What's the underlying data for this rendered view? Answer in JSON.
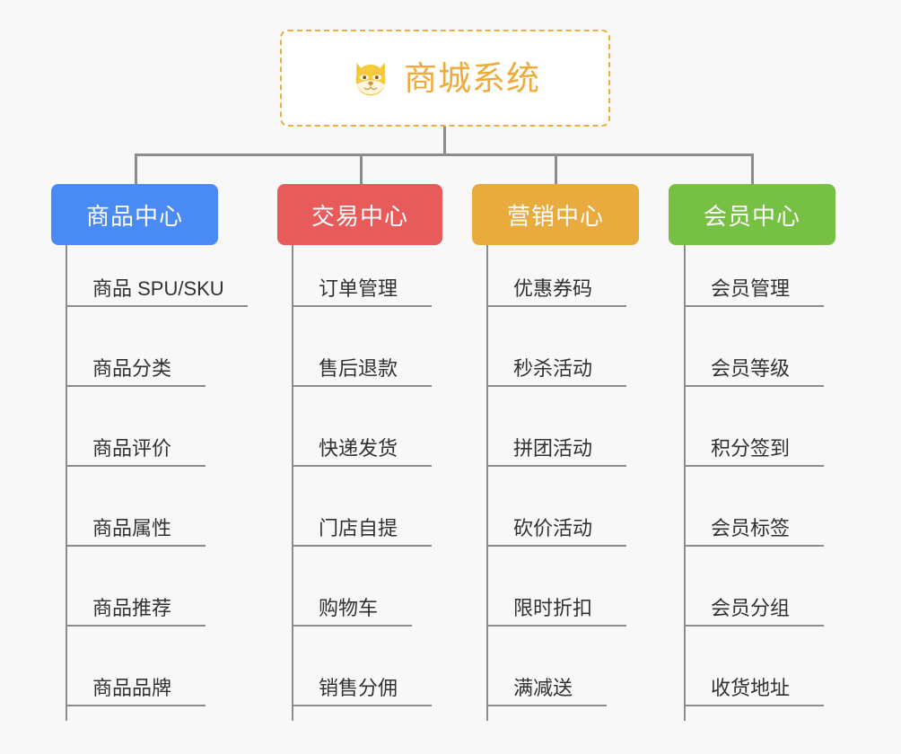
{
  "page": {
    "background_color": "#f8f8f8",
    "connector_color": "#8c8c8c"
  },
  "root": {
    "title": "商城系统",
    "icon": "dog-face-icon",
    "border_color": "#efae3c",
    "text_color": "#eeab3c",
    "background_color": "#ffffff"
  },
  "columns": [
    {
      "label": "商品中心",
      "color": "#4a8af4",
      "items": [
        "商品 SPU/SKU",
        "商品分类",
        "商品评价",
        "商品属性",
        "商品推荐",
        "商品品牌"
      ]
    },
    {
      "label": "交易中心",
      "color": "#e75b5b",
      "items": [
        "订单管理",
        "售后退款",
        "快递发货",
        "门店自提",
        "购物车",
        "销售分佣"
      ]
    },
    {
      "label": "营销中心",
      "color": "#e9aa3e",
      "items": [
        "优惠券码",
        "秒杀活动",
        "拼团活动",
        "砍价活动",
        "限时折扣",
        "满减送"
      ]
    },
    {
      "label": "会员中心",
      "color": "#76c043",
      "items": [
        "会员管理",
        "会员等级",
        "积分签到",
        "会员标签",
        "会员分组",
        "收货地址"
      ]
    }
  ]
}
